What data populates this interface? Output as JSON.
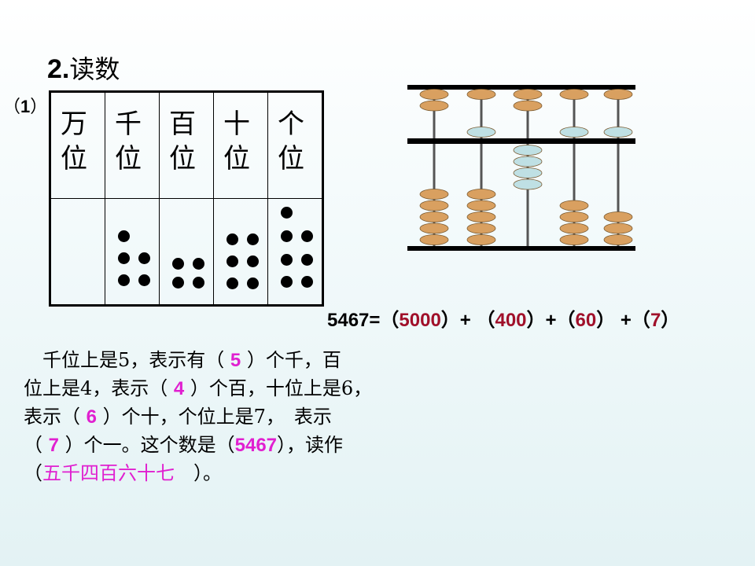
{
  "heading": {
    "number": "2.",
    "text": "读数"
  },
  "subheading": {
    "open": "（",
    "number": "1",
    "close": "）"
  },
  "table": {
    "headers": [
      "万\n位",
      "千\n位",
      "百\n位",
      "十\n位",
      "个\n位"
    ],
    "dot_counts": [
      0,
      5,
      4,
      6,
      7
    ]
  },
  "abacus": {
    "rod_count": 5,
    "upper_beads_active": [
      2,
      1,
      2,
      1,
      1
    ],
    "upper_beads_inactive": [
      0,
      1,
      0,
      1,
      1
    ],
    "lower_beads_active": [
      5,
      5,
      0,
      4,
      3
    ],
    "lower_beads_inactive": [
      0,
      0,
      4,
      0,
      0
    ],
    "colors": {
      "active": "#d9a060",
      "inactive": "#bfe0e4",
      "frame": "#000000"
    }
  },
  "equation": {
    "lhs": "5467=（",
    "a1": "5000",
    "op1": "）+ （",
    "a2": "400",
    "op2": "）+（",
    "a3": "60",
    "op3": "） +（",
    "a4": "7",
    "close": "）"
  },
  "paragraph": {
    "l1a": "　千位上是5，表示有（ ",
    "l1ans": "5",
    "l1b": " ）个千，百",
    "l2a": "位上是4，表示（ ",
    "l2ans": "4",
    "l2b": " ）个百，十位上是6，",
    "l3a": "表示（ ",
    "l3ans": "6",
    "l3b": " ）个十，个位上是7，　表示",
    "l4a": "（ ",
    "l4ans": "7",
    "l4b": " ）个一。这个数是（",
    "l4ans2": "5467",
    "l4c": "），读作",
    "l5a": "（",
    "l5ans": "五千四百六十七",
    "l5b": "　）。"
  },
  "colors": {
    "answer_pink": "#e020d0",
    "answer_red": "#a0102a"
  }
}
